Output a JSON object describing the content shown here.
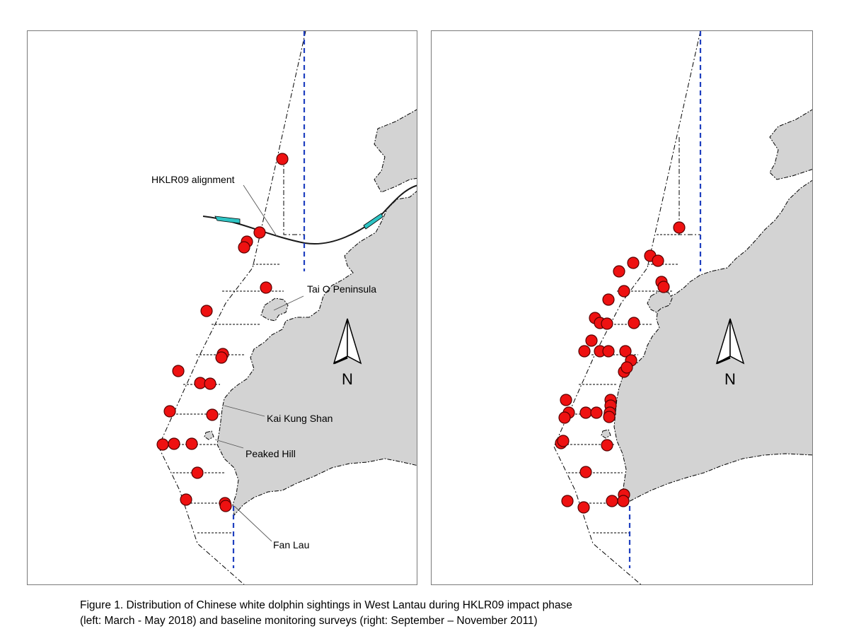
{
  "figure": {
    "caption_line1": "Figure 1.  Distribution of Chinese white dolphin sightings in West Lantau during HKLR09 impact phase",
    "caption_line2": "(left: March - May 2018) and baseline monitoring surveys (right: September – November 2011)"
  },
  "colors": {
    "land": "#d3d3d3",
    "sighting": "#ee1111",
    "boundary": "#1f3fbf",
    "alignment": "#2ec4c4"
  },
  "left_map": {
    "labels": {
      "hklr": "HKLR09 alignment",
      "taio": "Tai O Peninsula",
      "kaikung": "Kai Kung Shan",
      "peaked": "Peaked Hill",
      "fanlau": "Fan Lau"
    },
    "north": "N"
  },
  "right_map": {
    "north": "N"
  }
}
